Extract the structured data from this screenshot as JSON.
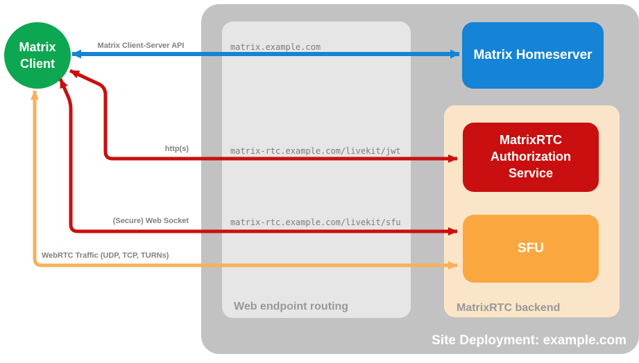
{
  "title": "MatrixRTC site deployment diagram",
  "colors": {
    "canvas_bg": "#ffffff",
    "outer_container_gray": "#c2c2c2",
    "routing_box_gray": "#e6e6e6",
    "backend_box_peach": "#fbe5c8",
    "homeserver_blue": "#1583d6",
    "auth_service_red": "#c90f0f",
    "sfu_orange": "#fba740",
    "client_green": "#0ca750",
    "arrow_blue": "#1583d6",
    "arrow_red": "#c90f0f",
    "arrow_orange": "#f8b05a",
    "arrow_label_gray": "#808080",
    "zone_label_gray": "#999999"
  },
  "nodes": {
    "matrix_client": {
      "label": "Matrix\nClient"
    },
    "matrix_homeserver": {
      "label": "Matrix Homeserver"
    },
    "auth_service": {
      "label": "MatrixRTC\nAuthorization\nService"
    },
    "sfu": {
      "label": "SFU"
    }
  },
  "zones": {
    "web_endpoint_routing": {
      "label": "Web endpoint routing"
    },
    "matrixrtc_backend": {
      "label": "MatrixRTC backend"
    },
    "site_deployment": {
      "label": "Site Deployment: example.com"
    }
  },
  "arrows": {
    "client_server_api": {
      "label": "Matrix Client-Server API",
      "endpoint": "matrix.example.com"
    },
    "https": {
      "label": "http(s)",
      "endpoint": "matrix-rtc.example.com/livekit/jwt"
    },
    "web_socket": {
      "label": "(Secure) Web Socket",
      "endpoint": "matrix-rtc.example.com/livekit/sfu"
    },
    "webrtc_traffic": {
      "label": "WebRTC Traffic (UDP, TCP, TURNs)"
    }
  }
}
